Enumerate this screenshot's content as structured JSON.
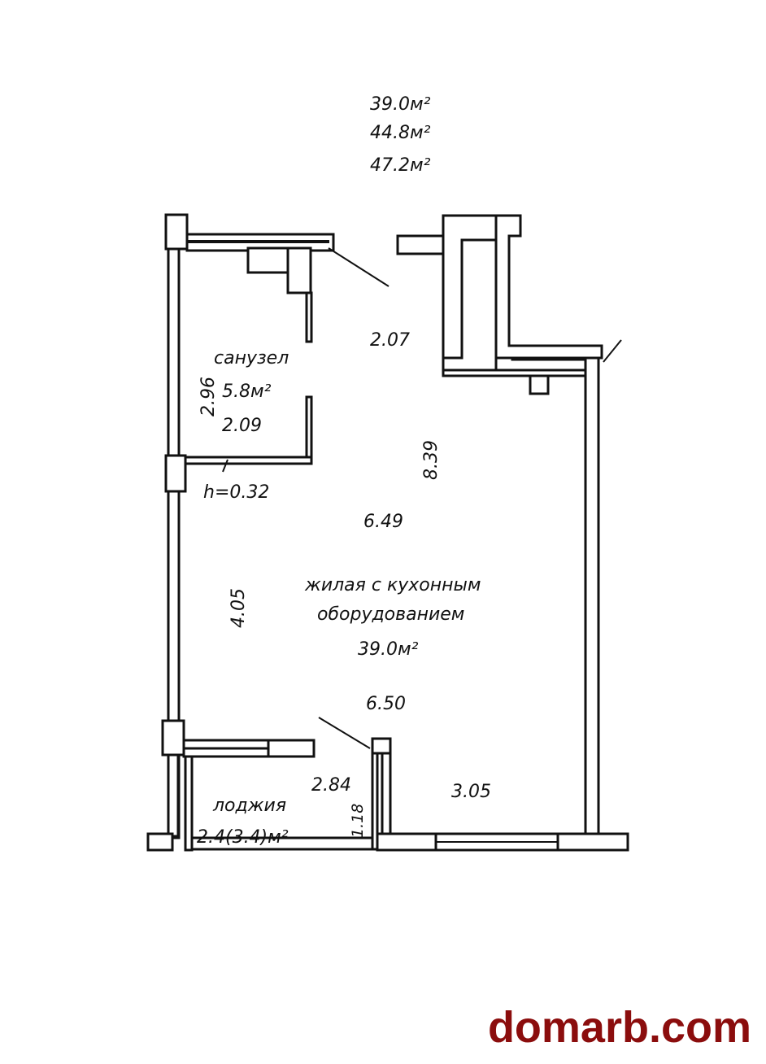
{
  "areas": {
    "living": "39.0м²",
    "total": "44.8м²",
    "total_with_loggia": "47.2м²"
  },
  "rooms": {
    "bathroom": {
      "name": "санузел",
      "area": "5.8м²",
      "width": "2.09",
      "length": "2.96"
    },
    "living": {
      "name_line1": "жилая с кухонным",
      "name_line2": "оборудованием",
      "area": "39.0м²"
    },
    "loggia": {
      "name": "лоджия",
      "area": "2.4(3.4)м²",
      "width": "2.84",
      "depth": "1.18"
    }
  },
  "dimensions": {
    "d1": "2.07",
    "d2": "8.39",
    "d3": "6.49",
    "d4": "4.05",
    "d5": "6.50",
    "d6": "3.05",
    "sill": "h=0.32"
  },
  "watermark": "domarb.com"
}
